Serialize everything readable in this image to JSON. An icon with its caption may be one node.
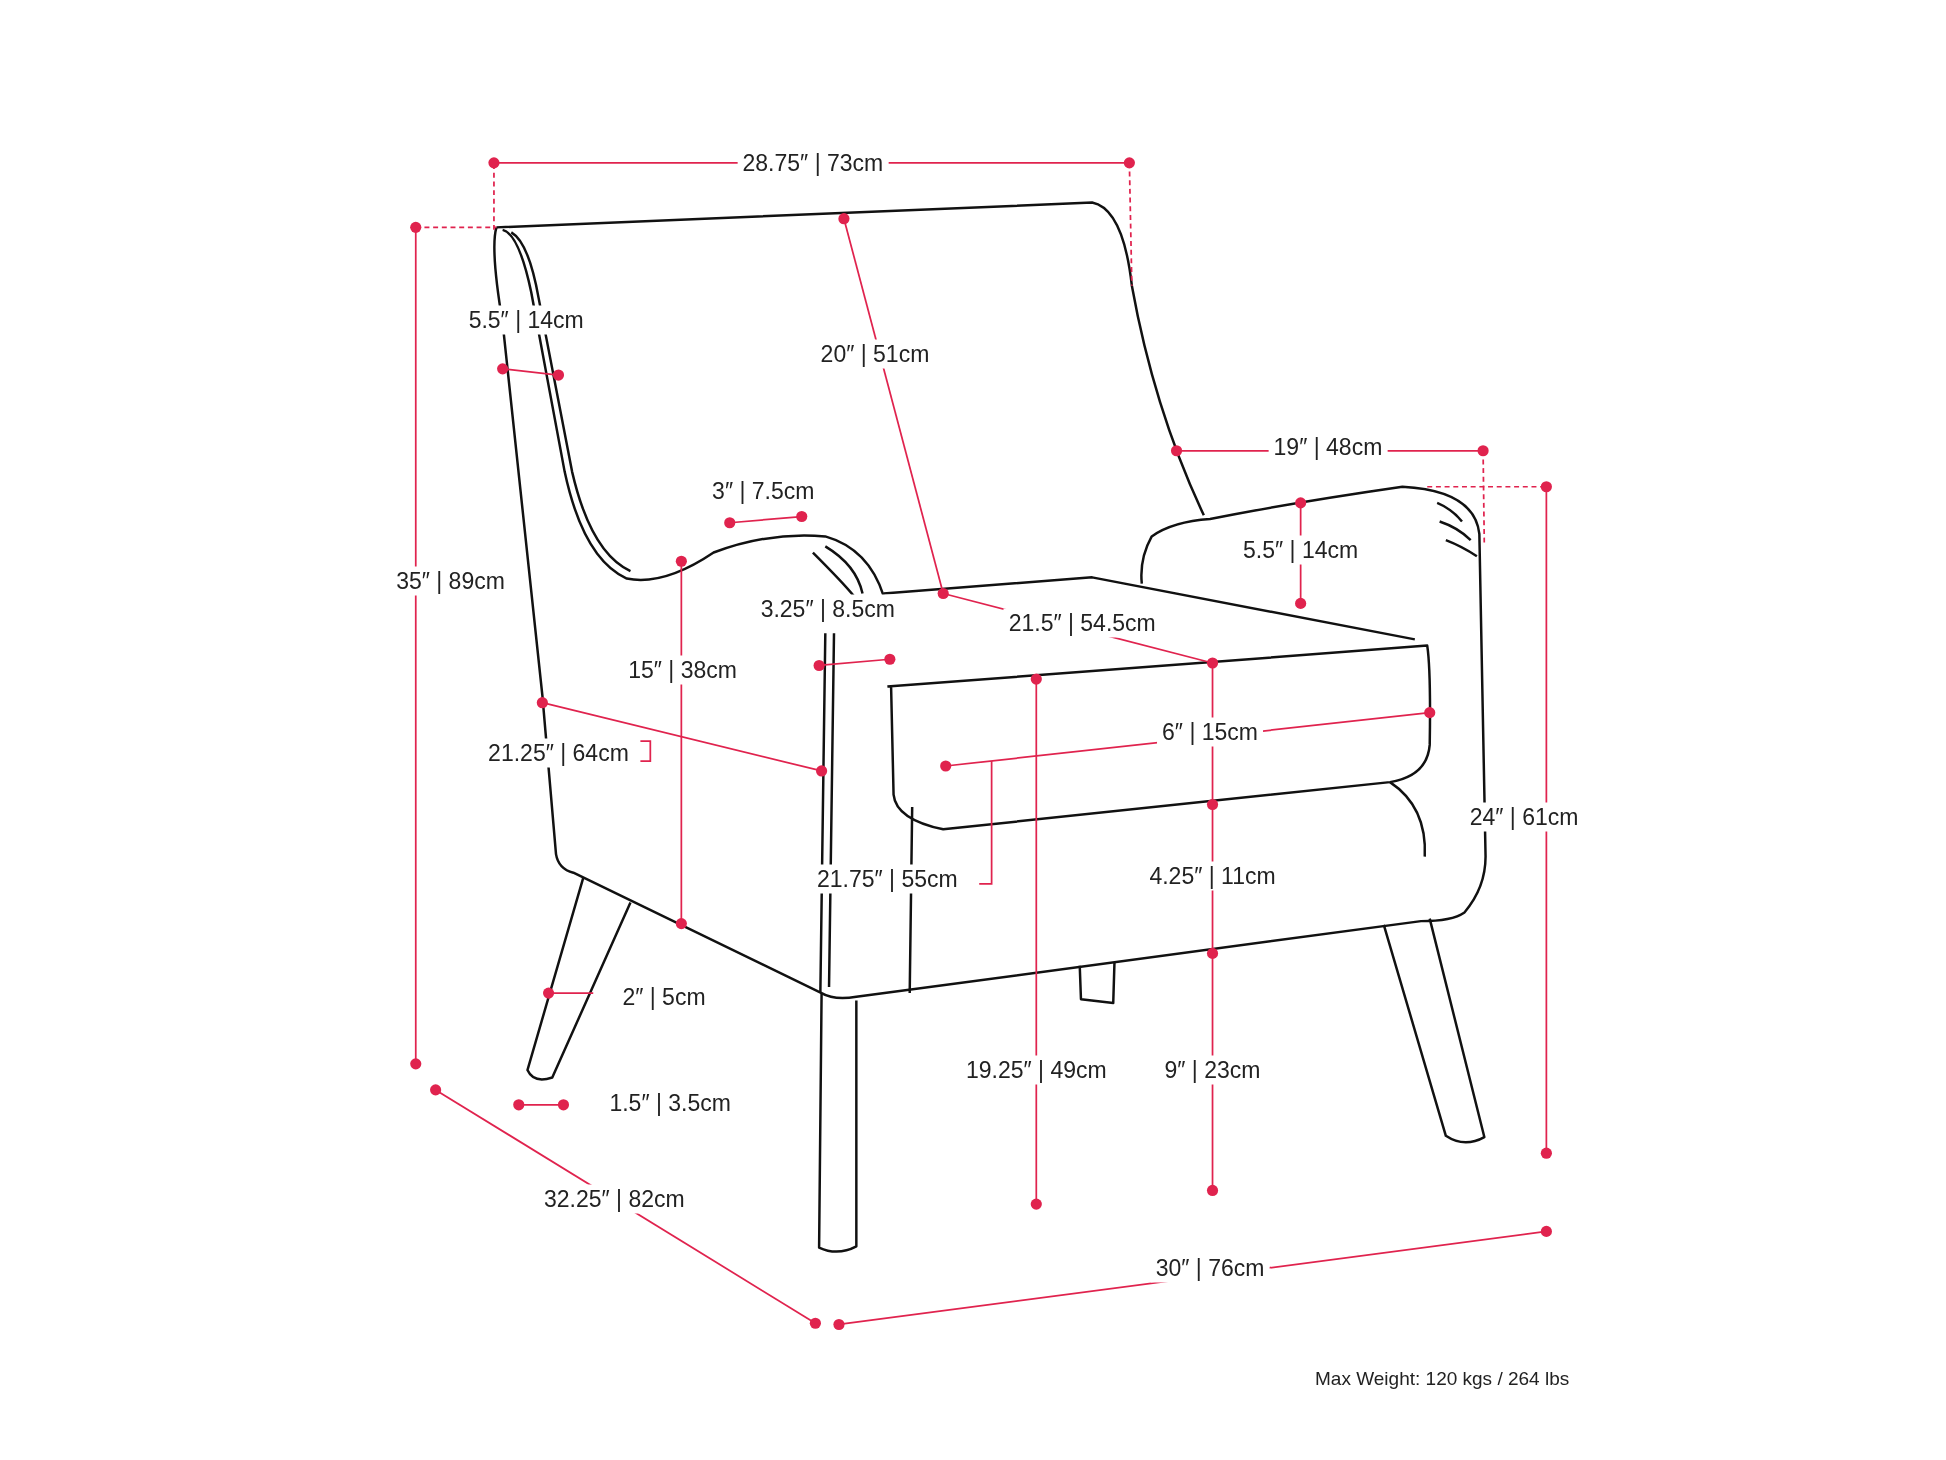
{
  "diagram": {
    "labels": [
      "28.75″ | 73cm",
      "5.5″ | 14cm",
      "20″ | 51cm",
      "19″ | 48cm",
      "3″ | 7.5cm",
      "5.5″ | 14cm",
      "35″ | 89cm",
      "3.25″ | 8.5cm",
      "21.5″ | 54.5cm",
      "15″ | 38cm",
      "6″ | 15cm",
      "21.25″ | 64cm",
      "24″ | 61cm",
      "4.25″ | 11cm",
      "21.75″ | 55cm",
      "2″ | 5cm",
      "19.25″ | 49cm",
      "9″ | 23cm",
      "1.5″ | 3.5cm",
      "32.25″ | 82cm",
      "30″ | 76cm",
      "Max Weight: 120 kgs / 264 lbs"
    ]
  }
}
